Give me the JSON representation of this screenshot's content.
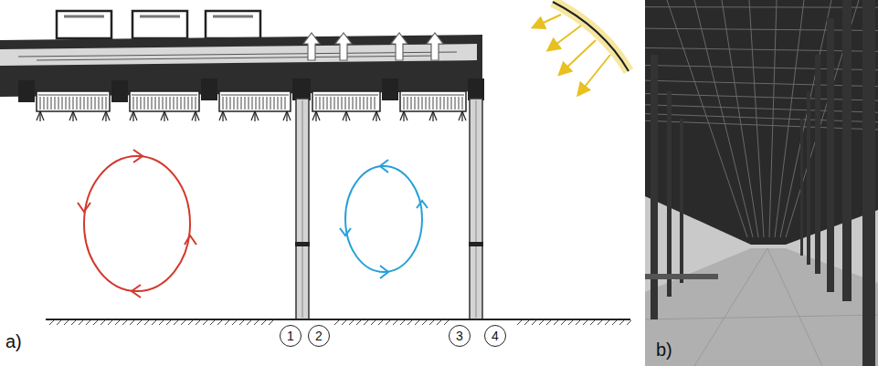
{
  "diagram": {
    "nodes": [
      {
        "text": [
          "1"
        ]
      },
      {
        "text": [
          "2"
        ]
      },
      {
        "text": [
          "3"
        ]
      },
      {
        "text": [
          "4"
        ]
      }
    ],
    "labels": [
      "a)",
      "b)"
    ]
  }
}
